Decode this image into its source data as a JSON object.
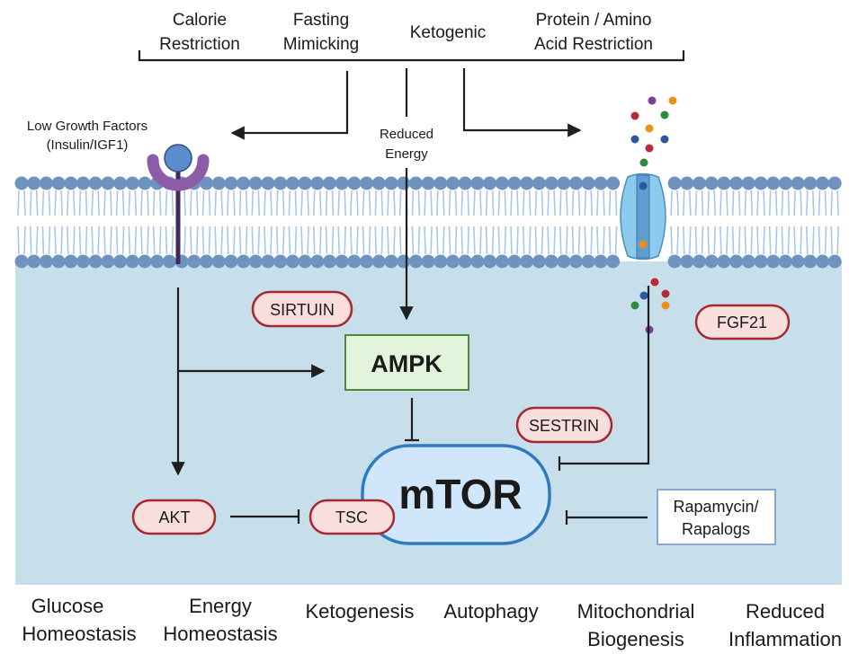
{
  "title": "Dietary interventions converging on mTOR signaling",
  "interventions": [
    {
      "line1": "Calorie",
      "line2": "Restriction"
    },
    {
      "line1": "Fasting",
      "line2": "Mimicking"
    },
    {
      "line1": "Ketogenic",
      "line2": ""
    },
    {
      "line1": "Protein / Amino",
      "line2": "Acid Restriction"
    }
  ],
  "signals": {
    "growth_factors": {
      "line1": "Low Growth Factors",
      "line2": "(Insulin/IGF1)"
    },
    "energy": {
      "line1": "Reduced",
      "line2": "Energy"
    }
  },
  "nodes": {
    "ampk": "AMPK",
    "mtor": "mTOR",
    "sirtuin": "SIRTUIN",
    "fgf21": "FGF21",
    "sestrin": "SESTRIN",
    "akt": "AKT",
    "tsc": "TSC",
    "rapamycin": {
      "line1": "Rapamycin/",
      "line2": "Rapalogs"
    }
  },
  "outcomes": [
    {
      "line1": "Glucose",
      "line2": "Homeostasis"
    },
    {
      "line1": "Energy",
      "line2": "Homeostasis"
    },
    {
      "line1": "Ketogenesis",
      "line2": ""
    },
    {
      "line1": "Autophagy",
      "line2": ""
    },
    {
      "line1": "Mitochondrial",
      "line2": "Biogenesis"
    },
    {
      "line1": "Reduced",
      "line2": "Inflammation"
    }
  ],
  "colors": {
    "cytoplasm": "#c7dfeb",
    "lipid_head": "#6f93bf",
    "lipid_tail": "#a9c7ea",
    "receptor": "#8b5ca8",
    "ligand": "#5b8ccc",
    "channel": "#8ccaee",
    "pill_fill": "#f9dede",
    "pill_stroke": "#a8262f",
    "ampk_fill": "#e3f4dc",
    "ampk_stroke": "#4e8a3b",
    "mtor_fill": "#cfe6fb",
    "mtor_stroke": "#2f7ac0",
    "rapa_stroke": "#8ea3d6"
  },
  "amino_acid_colors": [
    "#7a3e9d",
    "#e8921e",
    "#b82a35",
    "#2e8b3e",
    "#2b58a0"
  ]
}
